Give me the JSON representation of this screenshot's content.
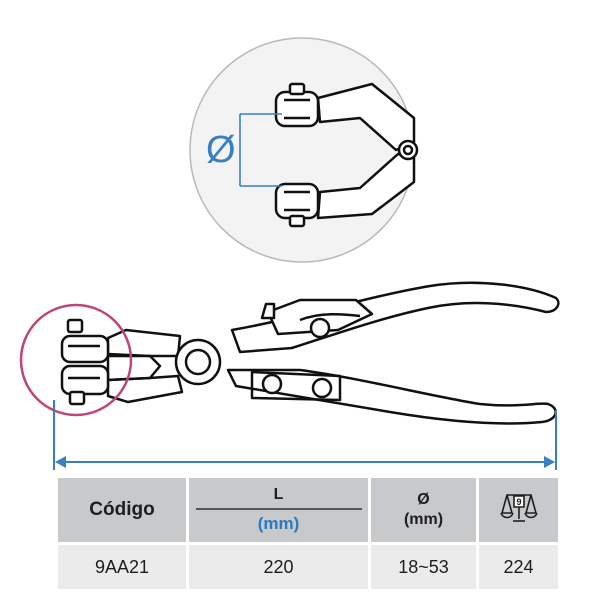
{
  "figure": {
    "diameter_symbol": "Ø",
    "colors": {
      "highlight_ring": "#c0457a",
      "dimension_line": "#3a7fc0",
      "outline": "#111111",
      "detail_circle": "#f3f3f3"
    }
  },
  "table": {
    "headers": {
      "code": "Código",
      "length_symbol": "L",
      "length_unit": "(mm)",
      "diameter_symbol": "Ø",
      "diameter_unit": "(mm)",
      "weight_icon": "scale-weight-icon",
      "weight_icon_digit": "9"
    },
    "rows": [
      {
        "code": "9AA21",
        "length": "220",
        "diameter": "18~53",
        "weight": "224"
      }
    ],
    "colors": {
      "header_bg": "#c7c9cb",
      "row_bg": "#ebebeb",
      "accent": "#2a7bbf"
    }
  }
}
